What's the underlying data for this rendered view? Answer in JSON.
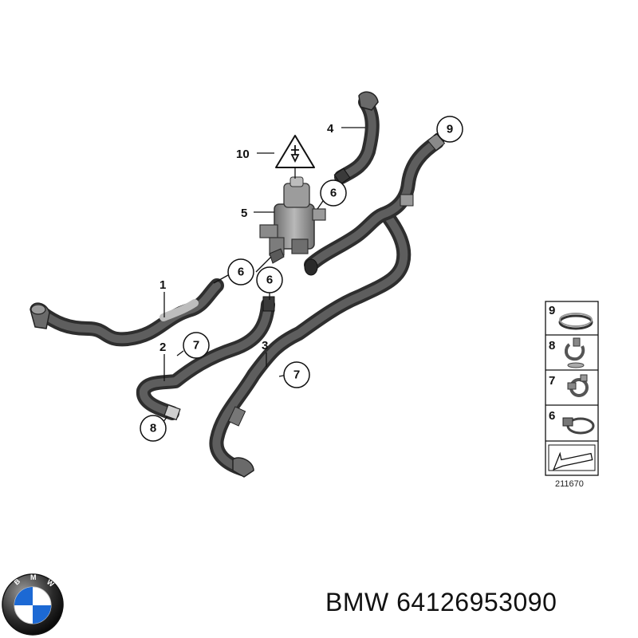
{
  "diagram": {
    "part_labels": [
      "1",
      "2",
      "3",
      "4",
      "5",
      "10"
    ],
    "callouts": {
      "c6a": "6",
      "c6b": "6",
      "c6c": "6",
      "c9": "9",
      "c7a": "7",
      "c7b": "7",
      "c8": "8"
    },
    "legend": {
      "items": [
        "9",
        "8",
        "7",
        "6"
      ],
      "diagram_id": "211670"
    }
  },
  "brand": {
    "logo_letters": "BMW",
    "part_number_text": "BMW 64126953090"
  },
  "colors": {
    "hose": "#4a4a4a",
    "hose_highlight": "#8a8a8a",
    "valve": "#8c8c8c",
    "line": "#111111",
    "logo_blue": "#1c69d4",
    "logo_ring": "#111111"
  },
  "icons": [
    "electrical-warning-icon",
    "bmw-roundel-icon",
    "arrow-icon"
  ]
}
